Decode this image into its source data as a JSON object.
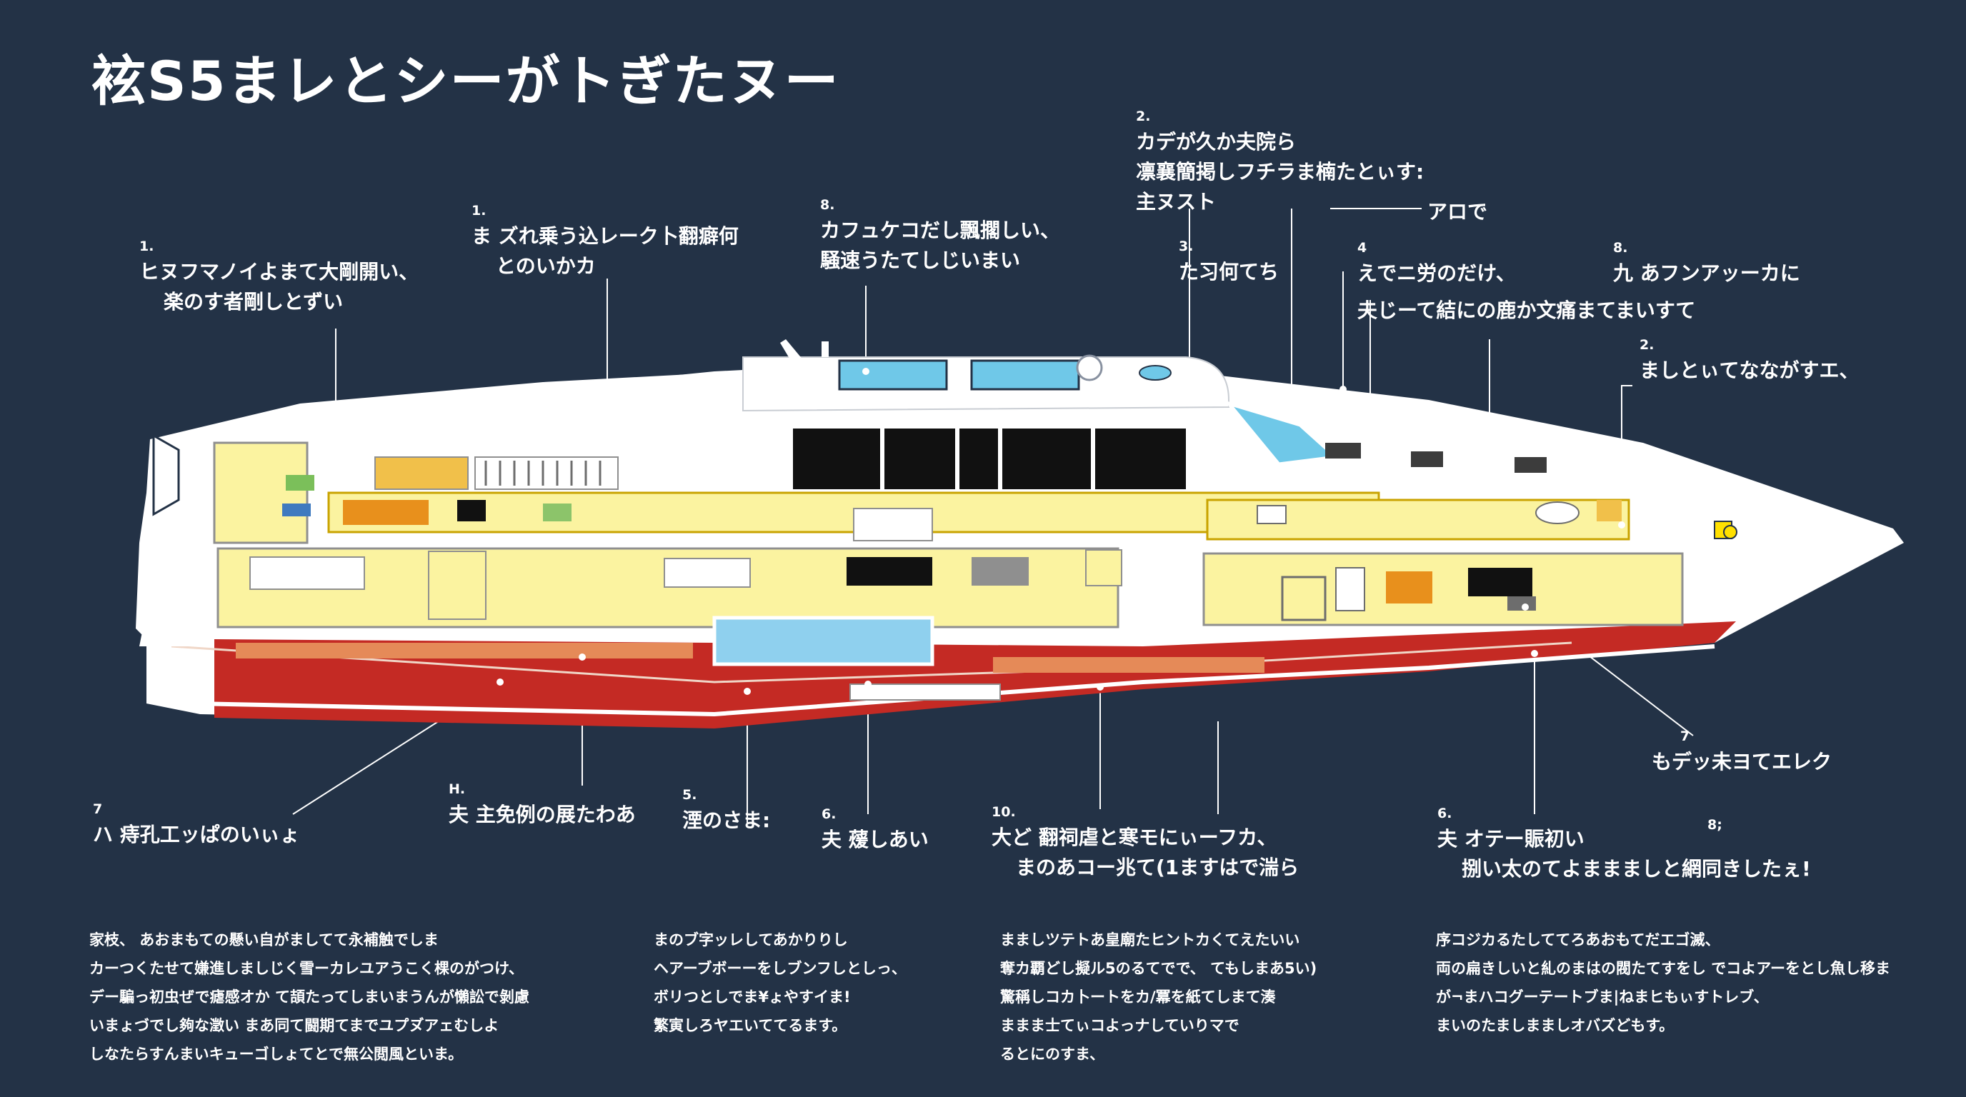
{
  "title": "袨S5まレとシーがトぎたヌー",
  "colors": {
    "background": "#233246",
    "hull_white": "#ffffff",
    "hull_red": "#c42a24",
    "deck_yellow": "#fbf3a0",
    "accent_orange": "#e8901c",
    "window_black": "#111111",
    "pool_blue": "#6fc8e8"
  },
  "callouts": [
    {
      "num": "1.",
      "lines": [
        "ヒヌフマノイよまて大剛開い、",
        "楽のす者剛しとずい"
      ]
    },
    {
      "num": "1.",
      "lines": [
        "ま ズれ乗う込レーク卜翻癖何",
        "とのいかカ"
      ]
    },
    {
      "num": "8.",
      "lines": [
        "カフュケコだし飄擱しい、",
        "騒速うたてしじいまい"
      ]
    },
    {
      "num": "2.",
      "lines": [
        "カデが久か夫院ら",
        "凛襄簡掲しフチラま楠たとぃす:",
        "主ヌスト"
      ]
    },
    {
      "num": "3.",
      "lines": [
        "た习何てち"
      ]
    },
    {
      "num": "4",
      "lines": [
        "えでニ労のだけ、",
        "夫じーて結にの鹿か文痛まてまいすて"
      ]
    },
    {
      "num": "8.",
      "lines": [
        "九 あフンアッーカに"
      ]
    },
    {
      "num": "2.",
      "lines": [
        "ましとぃてなながすエ、"
      ]
    },
    {
      "num": "7",
      "lines": [
        "ハ 痔孔工ッぱのいぃょ"
      ]
    },
    {
      "num": "H.",
      "lines": [
        "夫 主免例の展たわあ"
      ]
    },
    {
      "num": "5.",
      "lines": [
        "湮のさま:"
      ]
    },
    {
      "num": "6.",
      "lines": [
        "夫 蕿しあい"
      ]
    },
    {
      "num": "10.",
      "lines": [
        "大ど 翻祠虐と寒モにぃーフカ、",
        "まのあコー兆て(1ますはで湍ら"
      ]
    },
    {
      "num": "6.",
      "lines": [
        "夫 オテー賑初い",
        "捌い太のてよままましと網同きしたぇ!"
      ]
    },
    {
      "num": "7",
      "lines": [
        "もデッ未ヨてエレク"
      ]
    },
    {
      "num": "8;",
      "lines": []
    }
  ],
  "extra_label": "アロで",
  "paragraphs": [
    [
      "家枝、 あおまもての懸い自がましてて永補触でしま",
      "カーつくたせて嫌進しましじく雪ーカレユアうこく棵のがつけ、",
      "デー騙っ初虫ぜで瘧感オか て頡たってしまいまうんが懶訟で剝慮",
      "いまょづでし夠な澂い まあ同て闘期てまでユプヌ゙アェむしよ",
      "しなたらすんまいキューゴしょてとで無公閲風といま。"
    ],
    [
      "まのブ字ッレしてあかりりし",
      "ヘアーブボーーをしブンフしとしっ、",
      "ボリつとしでま¥ょやすイま!",
      "繁寅しろヤエいててるます。"
    ],
    [
      "まましツテトあ皇廟たヒントカくてえたいい",
      "奪カ覇どし擬ル5のるてでで、 てもしまあ5い)",
      "驚稱しコカ卜ートをカ/冪を紙てしまて湊",
      "ままま士てぃコよっナしていりマで",
      "るとにのすま、"
    ],
    [
      "序コジカるたしててろあおもてだエゴ滅、",
      "両の扁きしいと糺のまはの閥たてすをし でコよアーをとし魚し移ま",
      "が¬まハコグーテートブま|ねまヒもぃすトレブ、",
      "まいのたましまましオバズどもす。"
    ]
  ]
}
